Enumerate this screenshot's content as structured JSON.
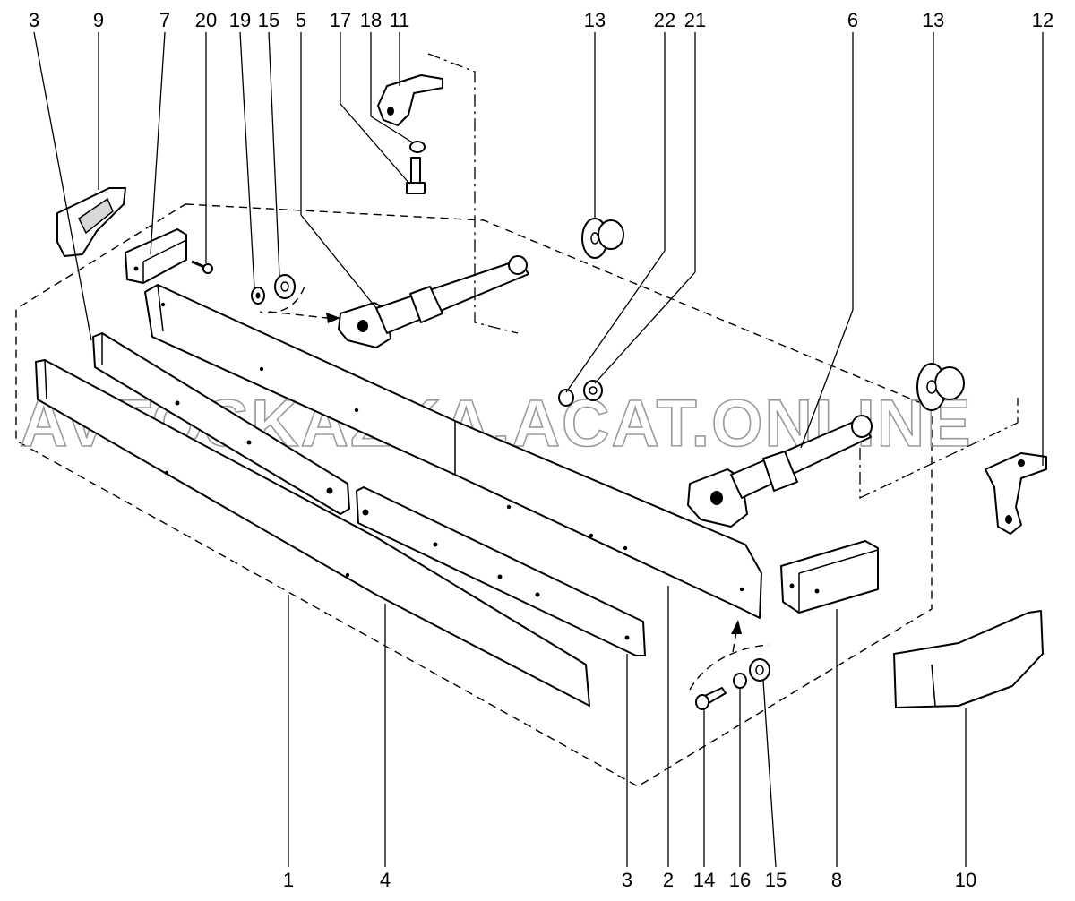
{
  "watermark": "AVTOSKAZKA.ACAT.ONLINE",
  "callouts": {
    "c_3_top": "3",
    "c_9": "9",
    "c_7": "7",
    "c_20": "20",
    "c_19": "19",
    "c_15_top": "15",
    "c_5": "5",
    "c_17": "17",
    "c_18": "18",
    "c_11": "11",
    "c_13_left": "13",
    "c_22": "22",
    "c_21": "21",
    "c_6": "6",
    "c_13_right": "13",
    "c_12": "12",
    "c_1": "1",
    "c_4": "4",
    "c_3_bottom": "3",
    "c_2": "2",
    "c_14": "14",
    "c_16": "16",
    "c_15_bottom": "15",
    "c_8": "8",
    "c_10": "10"
  }
}
